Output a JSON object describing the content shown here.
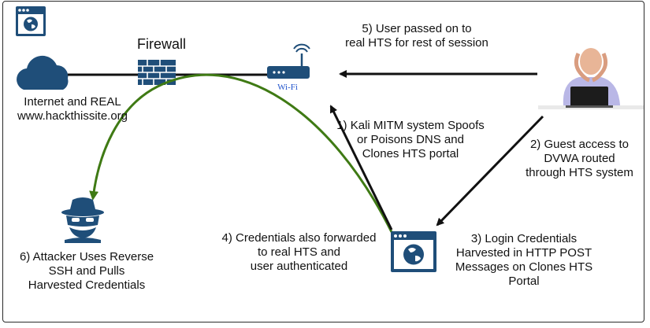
{
  "labels": {
    "firewall": "Firewall",
    "wifi": "Wi-Fi",
    "internet": "Internet and REAL\nwww.hackthissite.org",
    "step1": "1) Kali MITM system Spoofs\nor Poisons DNS and\nClones HTS portal",
    "step2": "2) Guest access to\nDVWA routed\nthrough HTS system",
    "step3": "3) Login Credentials\nHarvested in HTTP POST\nMessages on Clones HTS\nPortal",
    "step4": "4) Credentials also forwarded\nto real HTS and\nuser authenticated",
    "step5": "5) User passed on to\nreal HTS for rest of session",
    "step6": "6) Attacker Uses Reverse\nSSH and Pulls\nHarvested Credentials"
  },
  "icons": {
    "top_browser": "browser-globe-icon",
    "bottom_browser": "browser-globe-icon",
    "cloud": "cloud-icon",
    "firewall": "firewall-icon",
    "router": "wifi-router-icon",
    "user": "stressed-user-laptop-icon",
    "attacker": "hacker-spy-icon"
  },
  "colors": {
    "icon_blue": "#1f4e79",
    "arrow_black": "#111111",
    "arrow_green": "#3f7a14",
    "wifi_blue": "#2255cc",
    "frame": "#2a2a2a"
  }
}
